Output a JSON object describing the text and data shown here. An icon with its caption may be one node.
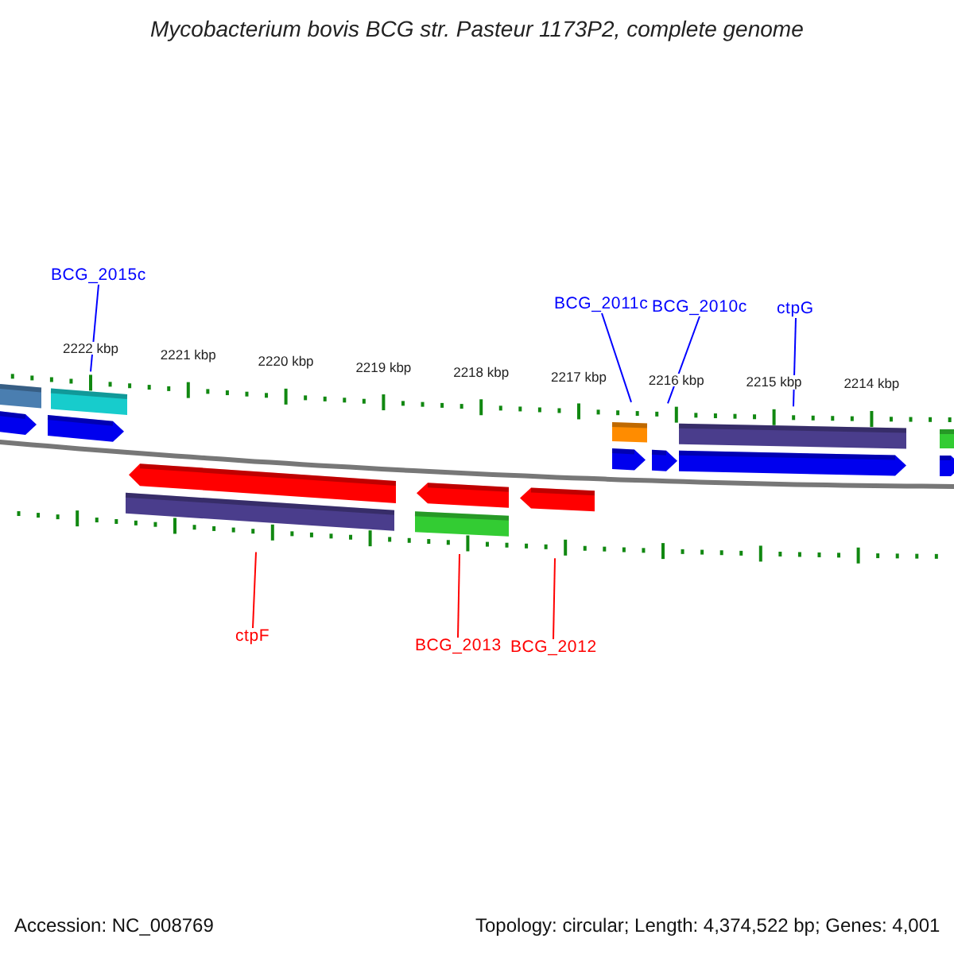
{
  "diagram": {
    "title": "Mycobacterium bovis BCG str. Pasteur 1173P2, complete genome",
    "nodes": [
      {
        "text": [
          "BCG_2015c"
        ]
      },
      {
        "text": [
          "BCG_2011c"
        ]
      },
      {
        "text": [
          "BCG_2010c"
        ]
      },
      {
        "text": [
          "ctpG"
        ]
      },
      {
        "text": [
          "ctpF"
        ]
      },
      {
        "text": [
          "BCG_2013"
        ]
      },
      {
        "text": [
          "BCG_2012"
        ]
      }
    ],
    "edges": [
      {
        "from": 0,
        "to": null,
        "arrow": "none"
      },
      {
        "from": 1,
        "to": null,
        "arrow": "none"
      },
      {
        "from": 2,
        "to": null,
        "arrow": "none"
      },
      {
        "from": 3,
        "to": null,
        "arrow": "none"
      },
      {
        "from": 4,
        "to": null,
        "arrow": "none",
        "color": "#ff0000"
      },
      {
        "from": 5,
        "to": null,
        "arrow": "none",
        "color": "#ff0000"
      },
      {
        "from": 6,
        "to": null,
        "arrow": "none",
        "color": "#ff0000"
      }
    ],
    "labels": [
      "2222 kbp",
      "2221 kbp",
      "2220 kbp",
      "2219 kbp",
      "2218 kbp",
      "2217 kbp",
      "2216 kbp",
      "2215 kbp",
      "2214 kbp",
      "Accession: NC_008769",
      "Topology: circular; Length: 4,374,522 bp; Genes: 4,001"
    ]
  }
}
